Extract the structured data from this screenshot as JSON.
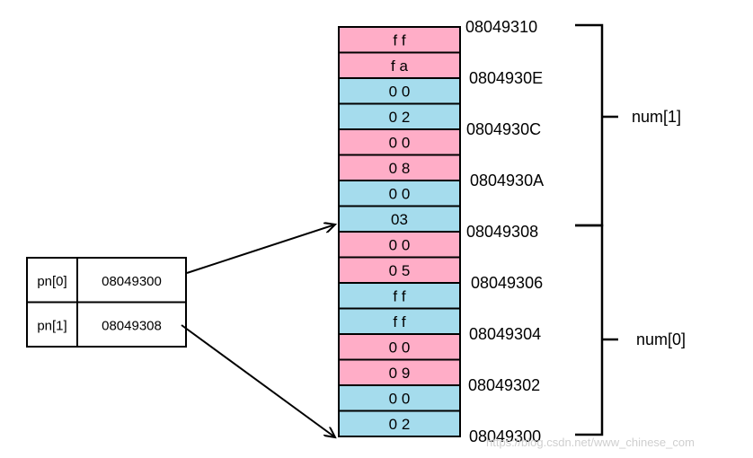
{
  "colors": {
    "pink": "#ffadc7",
    "blue": "#a5dced",
    "stroke": "#000000",
    "watermark": "#cfcfcf"
  },
  "memory_cells": [
    {
      "text": "f f",
      "color": "pink"
    },
    {
      "text": "f a",
      "color": "pink"
    },
    {
      "text": "0 0",
      "color": "blue"
    },
    {
      "text": "0 2",
      "color": "blue"
    },
    {
      "text": "0 0",
      "color": "pink"
    },
    {
      "text": "0 8",
      "color": "pink"
    },
    {
      "text": "0 0",
      "color": "blue"
    },
    {
      "text": "03",
      "color": "blue"
    },
    {
      "text": "0 0",
      "color": "pink"
    },
    {
      "text": "0 5",
      "color": "pink"
    },
    {
      "text": "f f",
      "color": "blue"
    },
    {
      "text": "f f",
      "color": "blue"
    },
    {
      "text": "0 0",
      "color": "pink"
    },
    {
      "text": "0 9",
      "color": "pink"
    },
    {
      "text": "0 0",
      "color": "blue"
    },
    {
      "text": "0 2",
      "color": "blue"
    }
  ],
  "addresses": [
    "08049310",
    "0804930E",
    "0804930C",
    "0804930A",
    "08049308",
    "08049306",
    "08049304",
    "08049302",
    "08049300"
  ],
  "braces": [
    {
      "label": "num[1]"
    },
    {
      "label": "num[0]"
    }
  ],
  "pointers": [
    {
      "name": "pn[0]",
      "value": "08049300"
    },
    {
      "name": "pn[1]",
      "value": "08049308"
    }
  ],
  "watermark": "https://blog.csdn.net/www_chinese_com"
}
